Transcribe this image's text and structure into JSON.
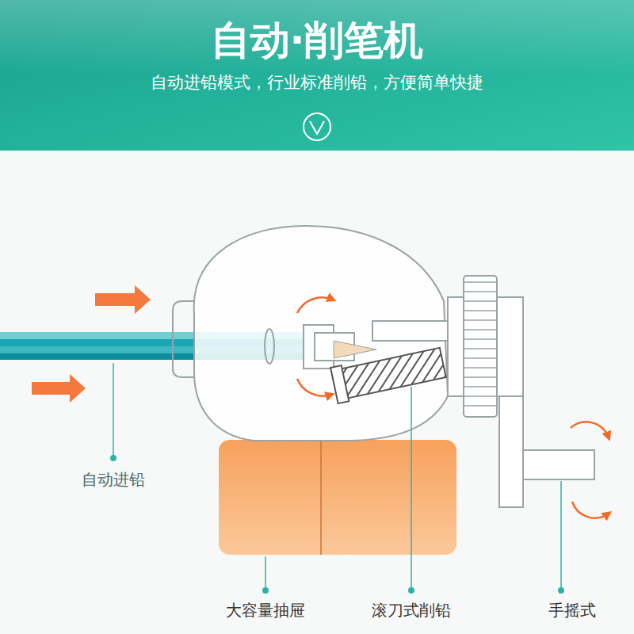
{
  "diagram": {
    "title": "自动·削笔机",
    "labels": [
      "自动进铅模式，行业标准削铅，方便简单快捷",
      "自动进铅",
      "大容量抽屉",
      "滚刀式削铅",
      "手摇式"
    ]
  }
}
